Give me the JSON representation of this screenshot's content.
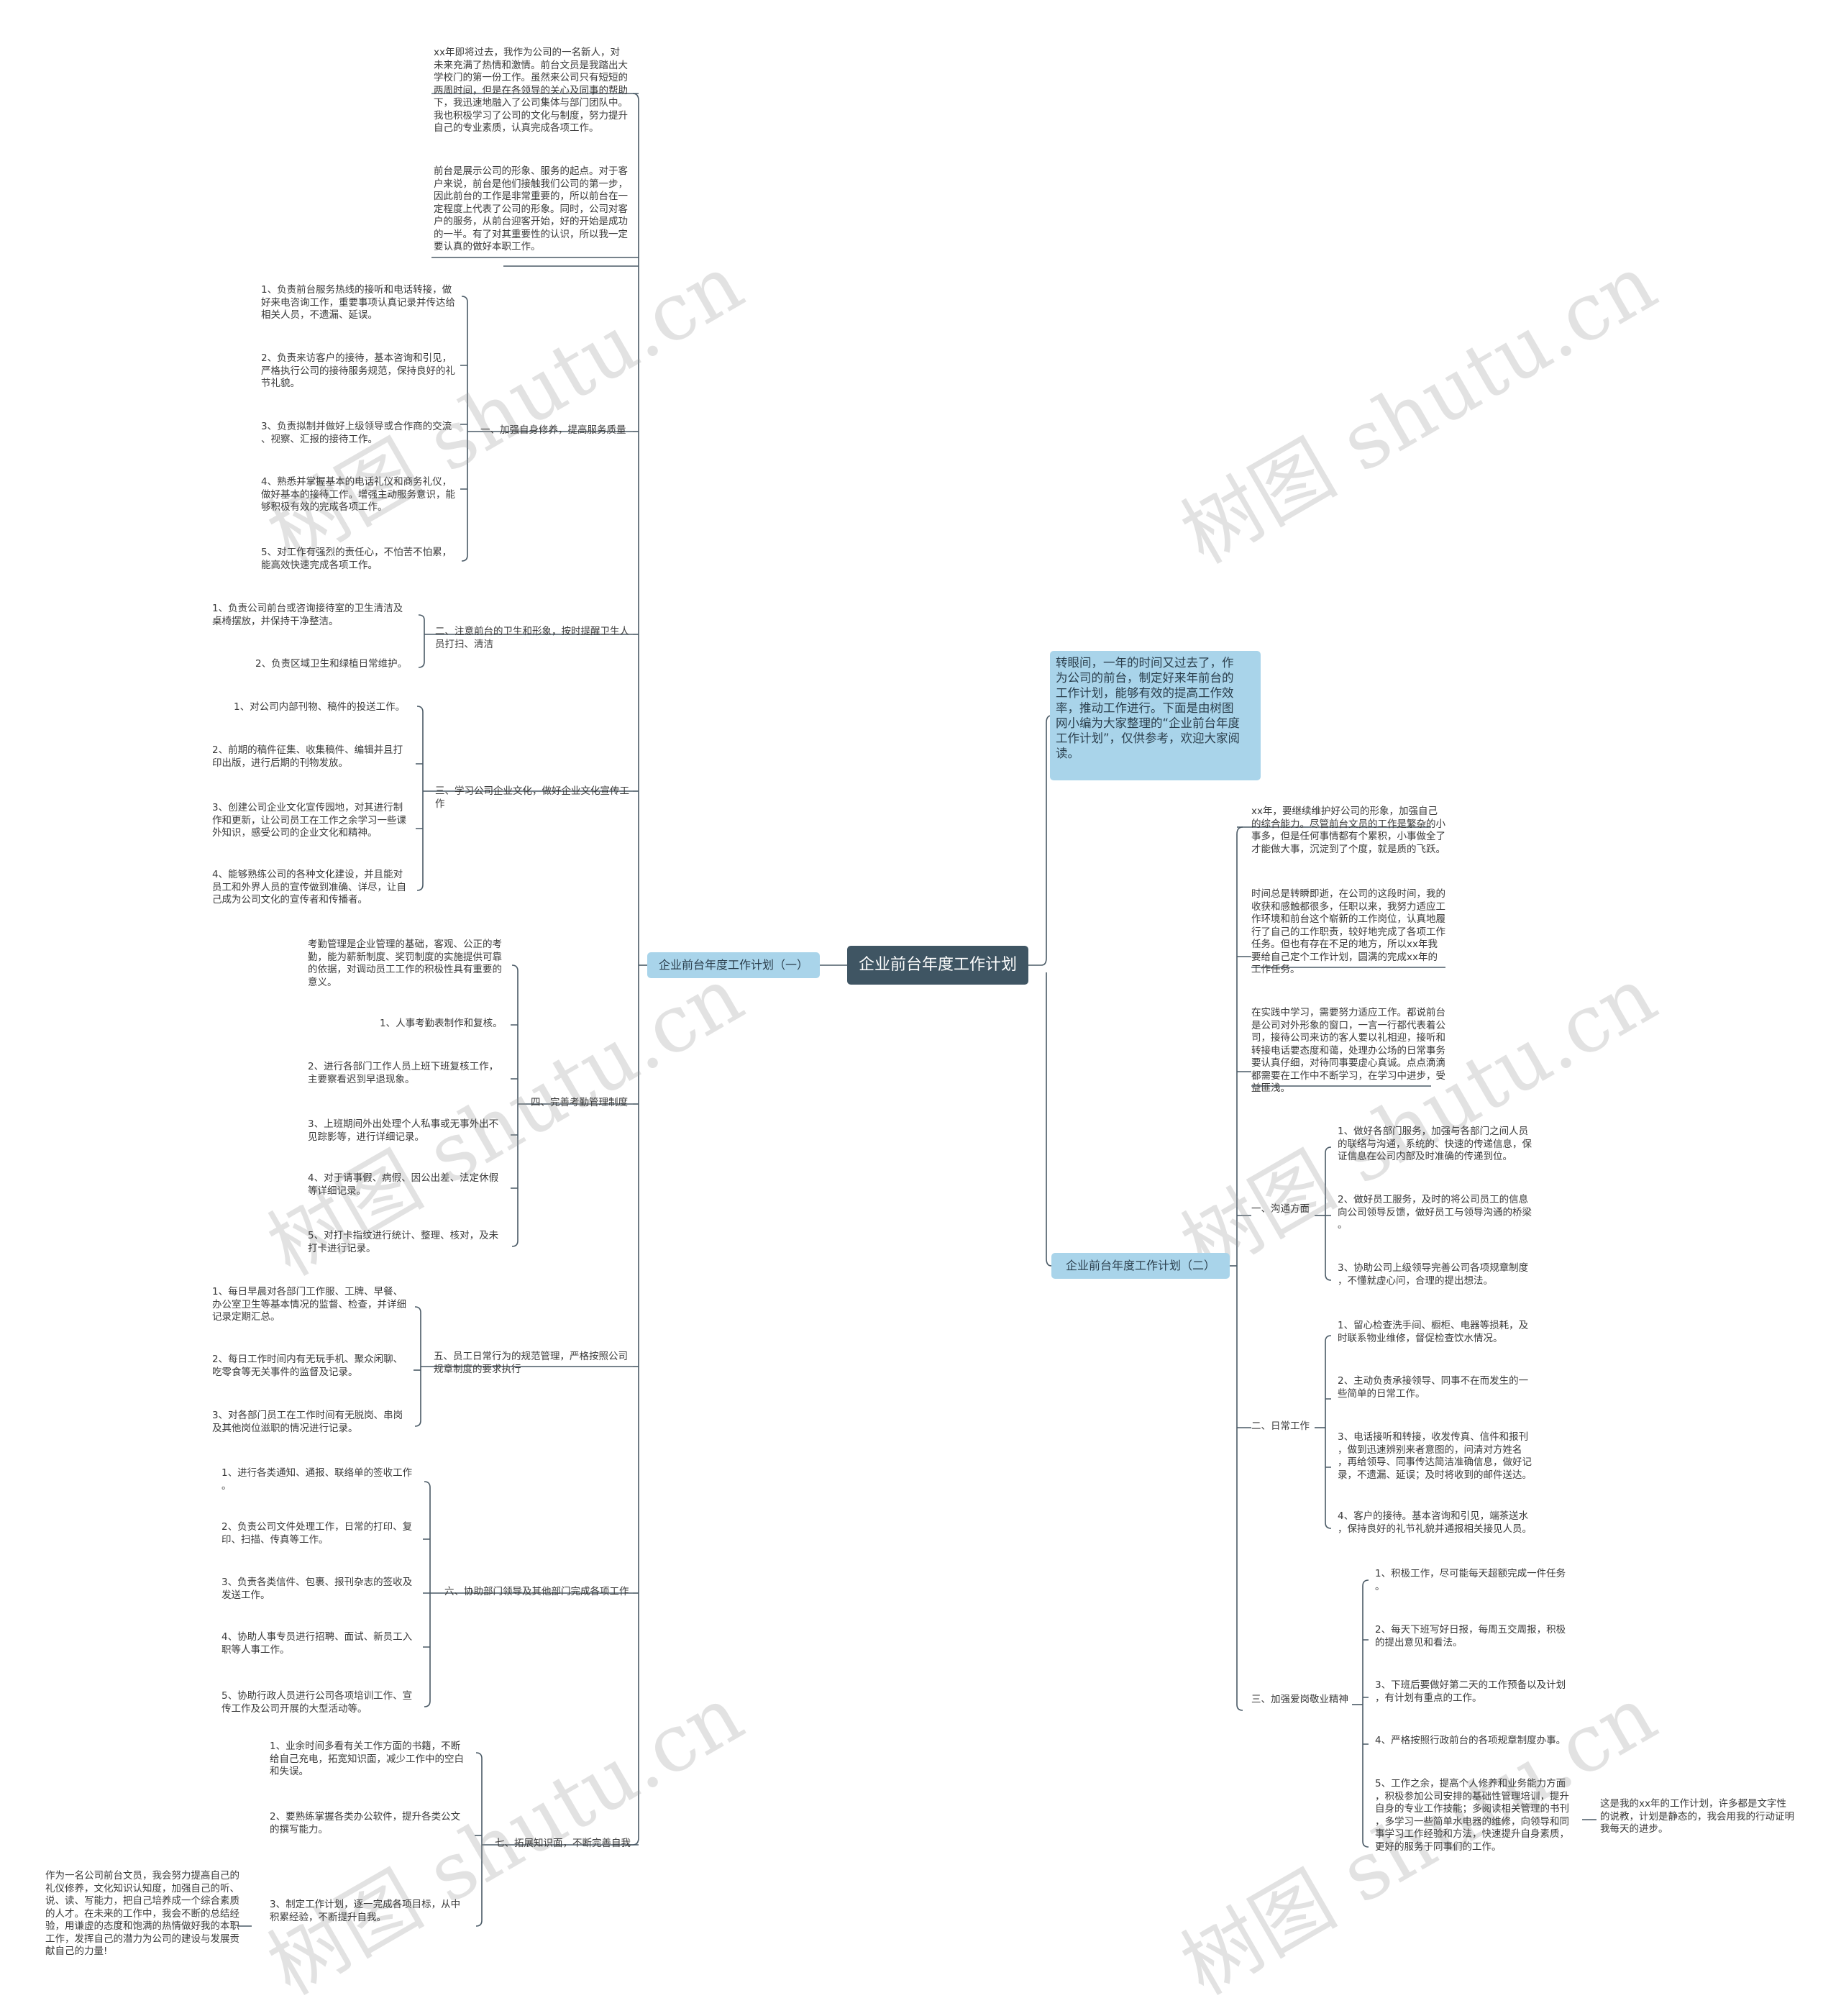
{
  "root": "企业前台年度工作计划",
  "branches": {
    "left": "企业前台年度工作计划（一）",
    "right": "企业前台年度工作计划（二）"
  },
  "intro": "转眼间，一年的时间又过去了，作\n为公司的前台，制定好来年前台的\n工作计划，能够有效的提高工作效\n率，推动工作进行。下面是由树图\n网小编为大家整理的“企业前台年度\n工作计划”，仅供参考，欢迎大家阅\n读。",
  "watermark": "树图 shutu.cn",
  "left": {
    "p1": "xx年即将过去，我作为公司的一名新人，对\n未来充满了热情和激情。前台文员是我踏出大\n学校门的第一份工作。虽然来公司只有短短的\n两周时间，但是在各领导的关心及同事的帮助\n下，我迅速地融入了公司集体与部门团队中。\n我也积极学习了公司的文化与制度，努力提升\n自己的专业素质，认真完成各项工作。",
    "p2": "前台是展示公司的形象、服务的起点。对于客\n户来说，前台是他们接触我们公司的第一步，\n因此前台的工作是非常重要的，所以前台在一\n定程度上代表了公司的形象。同时，公司对客\n户的服务，从前台迎客开始，好的开始是成功\n的一半。有了对其重要性的认识，所以我一定\n要认真的做好本职工作。",
    "s1": {
      "label": "一、加强自身修养，提高服务质量",
      "items": [
        "1、负责前台服务热线的接听和电话转接，做\n好来电咨询工作，重要事项认真记录并传达给\n相关人员，不遗漏、延误。",
        "2、负责来访客户的接待，基本咨询和引见，\n严格执行公司的接待服务规范，保持良好的礼\n节礼貌。",
        "3、负责拟制并做好上级领导或合作商的交流\n、视察、汇报的接待工作。",
        "4、熟悉并掌握基本的电话礼仪和商务礼仪，\n做好基本的接待工作。增强主动服务意识，能\n够积极有效的完成各项工作。",
        "5、对工作有强烈的责任心，不怕苦不怕累，\n能高效快速完成各项工作。"
      ]
    },
    "s2": {
      "label": "二、注意前台的卫生和形象，按时提醒卫生人\n员打扫、清洁",
      "items": [
        "1、负责公司前台或咨询接待室的卫生清洁及\n桌椅摆放，并保持干净整洁。",
        "2、负责区域卫生和绿植日常维护。"
      ]
    },
    "s3": {
      "label": "三、学习公司企业文化，做好企业文化宣传工\n作",
      "items": [
        "1、对公司内部刊物、稿件的投送工作。",
        "2、前期的稿件征集、收集稿件、编辑并且打\n印出版，进行后期的刊物发放。",
        "3、创建公司企业文化宣传园地，对其进行制\n作和更新，让公司员工在工作之余学习一些课\n外知识，感受公司的企业文化和精神。",
        "4、能够熟练公司的各种文化建设，并且能对\n员工和外界人员的宣传做到准确、详尽，让自\n己成为公司文化的宣传者和传播者。"
      ]
    },
    "s4": {
      "label": "四、完善考勤管理制度",
      "items": [
        "考勤管理是企业管理的基础，客观、公正的考\n勤，能为薪新制度、奖罚制度的实施提供可靠\n的依据，对调动员工工作的积极性具有重要的\n意义。",
        "1、人事考勤表制作和复核。",
        "2、进行各部门工作人员上班下班复核工作，\n主要察看迟到早退现象。",
        "3、上班期间外出处理个人私事或无事外出不\n见踪影等，进行详细记录。",
        "4、对于请事假、病假、因公出差、法定休假\n等详细记录。",
        "5、对打卡指纹进行统计、整理、核对，及未\n打卡进行记录。"
      ]
    },
    "s5": {
      "label": "五、员工日常行为的规范管理，严格按照公司\n规章制度的要求执行",
      "items": [
        "1、每日早晨对各部门工作服、工牌、早餐、\n办公室卫生等基本情况的监督、检查，并详细\n记录定期汇总。",
        "2、每日工作时间内有无玩手机、聚众闲聊、\n吃零食等无关事件的监督及记录。",
        "3、对各部门员工在工作时间有无脱岗、串岗\n及其他岗位滋职的情况进行记录。"
      ]
    },
    "s6": {
      "label": "六、协助部门领导及其他部门完成各项工作",
      "items": [
        "1、进行各类通知、通报、联络单的签收工作\n。",
        "2、负责公司文件处理工作，日常的打印、复\n印、扫描、传真等工作。",
        "3、负责各类信件、包裹、报刊杂志的签收及\n发送工作。",
        "4、协助人事专员进行招聘、面试、新员工入\n职等人事工作。",
        "5、协助行政人员进行公司各项培训工作、宣\n传工作及公司开展的大型活动等。"
      ]
    },
    "s7": {
      "label": "七、拓展知识面，不断完善自我",
      "items": [
        "1、业余时间多看有关工作方面的书籍，不断\n给自己充电，拓宽知识面，减少工作中的空白\n和失误。",
        "2、要熟练掌握各类办公软件，提升各类公文\n的撰写能力。",
        "3、制定工作计划，逐一完成各项目标，从中\n积累经验，不断提升自我。"
      ],
      "end": "作为一名公司前台文员，我会努力提高自己的\n礼仪修养，文化知识认知度，加强自己的听、\n说、读、写能力，把自己培养成一个综合素质\n的人才。在未来的工作中，我会不断的总结经\n验，用谦虚的态度和饱满的热情做好我的本职\n工作，发挥自己的潜力为公司的建设与发展贡\n献自己的力量!"
    }
  },
  "right": {
    "p1": "xx年，要继续维护好公司的形象，加强自己\n的综合能力。尽管前台文员的工作是繁杂的小\n事多，但是任何事情都有个累积，小事做全了\n才能做大事，沉淀到了个度，就是质的飞跃。",
    "p2": "时间总是转瞬即逝，在公司的这段时间，我的\n收获和感触都很多，任职以来，我努力适应工\n作环境和前台这个崭新的工作岗位，认真地履\n行了自己的工作职责，较好地完成了各项工作\n任务。但也有存在不足的地方，所以xx年我\n要给自己定个工作计划，圆满的完成xx年的\n工作任务。",
    "p3": "在实践中学习，需要努力适应工作。都说前台\n是公司对外形象的窗口，一言一行都代表着公\n司，接待公司来访的客人要以礼相迎，接听和\n转接电话要态度和蔼，处理办公场的日常事务\n要认真仔细，对待同事要虚心真诚。点点滴滴\n都需要在工作中不断学习，在学习中进步，受\n益匪浅。",
    "s1": {
      "label": "一、沟通方面",
      "items": [
        "1、做好各部门服务，加强与各部门之间人员\n的联络与沟通，系统的、快速的传递信息，保\n证信息在公司内部及时准确的传递到位。",
        "2、做好员工服务，及时的将公司员工的信息\n向公司领导反馈，做好员工与领导沟通的桥梁\n。",
        "3、协助公司上级领导完善公司各项规章制度\n，不懂就虚心问，合理的提出想法。"
      ]
    },
    "s2": {
      "label": "二、日常工作",
      "items": [
        "1、留心检查洗手间、橱柜、电器等损耗，及\n时联系物业维修，督促检查饮水情况。",
        "2、主动负责承接领导、同事不在而发生的一\n些简单的日常工作。",
        "3、电话接听和转接，收发传真、信件和报刊\n，做到迅速辨别来者意图的，问清对方姓名\n，再给领导、同事传达简洁准确信息，做好记\n录，不遗漏、延误；及时将收到的邮件送达。",
        "4、客户的接待。基本咨询和引见，端茶送水\n，保持良好的礼节礼貌并通报相关接见人员。"
      ]
    },
    "s3": {
      "label": "三、加强爱岗敬业精神",
      "items": [
        "1、积极工作，尽可能每天超额完成一件任务\n。",
        "2、每天下班写好日报，每周五交周报，积极\n的提出意见和看法。",
        "3、下班后要做好第二天的工作预备以及计划\n，有计划有重点的工作。",
        "4、严格按照行政前台的各项规章制度办事。",
        "5、工作之余，提高个人修养和业务能力方面\n，积极参加公司安排的基础性管理培训，提升\n自身的专业工作技能；多阅读相关管理的书刊\n，多学习一些简单水电器的维修，向领导和同\n事学习工作经验和方法，快速提升自身素质，\n更好的服务于同事们的工作。"
      ],
      "end": "这是我的xx年的工作计划，许多都是文字性\n的说教，计划是静态的，我会用我的行动证明\n我每天的进步。"
    }
  }
}
